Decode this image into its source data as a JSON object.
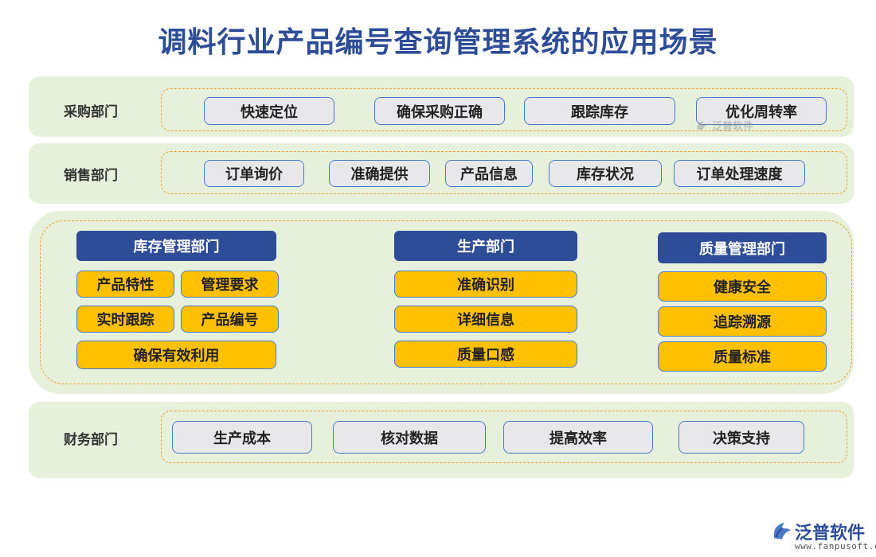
{
  "title": "调料行业产品编号查询管理系统的应用场景",
  "procurement": {
    "label": "采购部门",
    "items": [
      "快速定位",
      "确保采购正确",
      "跟踪库存",
      "优化周转率"
    ]
  },
  "sales": {
    "label": "销售部门",
    "items": [
      "订单询价",
      "准确提供",
      "产品信息",
      "库存状况",
      "订单处理速度"
    ]
  },
  "inventory": {
    "label": "库存管理部门",
    "items": [
      "产品特性",
      "管理要求",
      "实时跟踪",
      "产品编号",
      "确保有效利用"
    ]
  },
  "production": {
    "label": "生产部门",
    "items": [
      "准确识别",
      "详细信息",
      "质量口感"
    ]
  },
  "quality": {
    "label": "质量管理部门",
    "items": [
      "健康安全",
      "追踪溯源",
      "质量标准"
    ]
  },
  "finance": {
    "label": "财务部门",
    "items": [
      "生产成本",
      "核对数据",
      "提高效率",
      "决策支持"
    ]
  },
  "watermark": {
    "text": "泛普软件"
  },
  "brand": {
    "name": "泛普软件",
    "url": "www.fanpusoft.com"
  },
  "colors": {
    "title": "#2e4d99",
    "band": "#e6f0db",
    "dashed": "#f0a030",
    "header": "#2e4d99",
    "yellow": "#ffc000",
    "gray": "#e8e8ea",
    "border": "#4a7bc8"
  },
  "icons": [
    "fanpu-logo-icon"
  ]
}
